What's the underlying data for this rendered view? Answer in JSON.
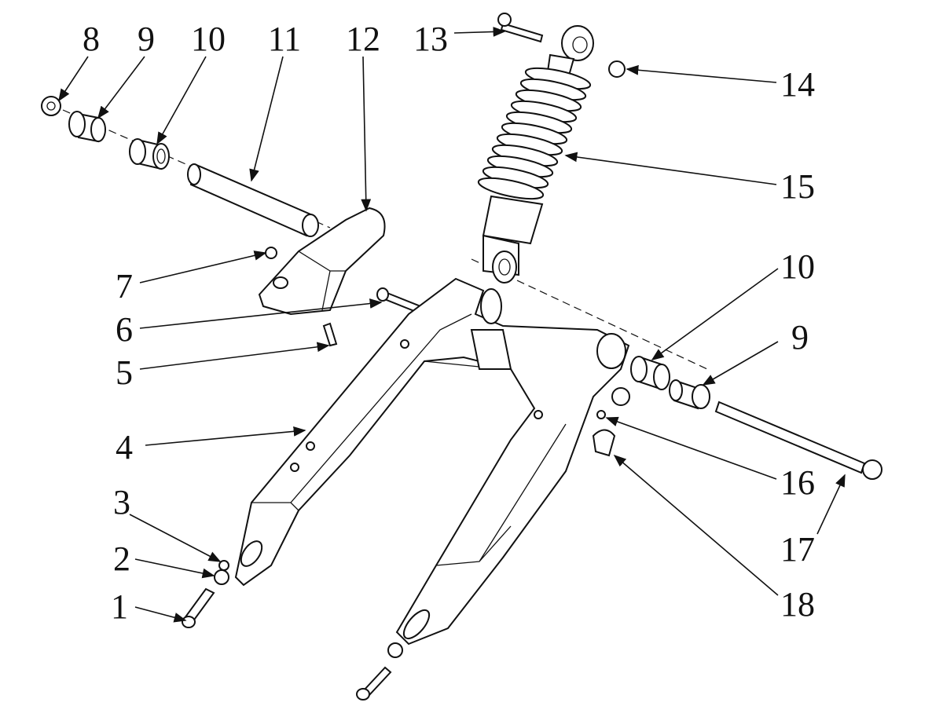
{
  "diagram": {
    "title": "Rear swingarm and shock absorber exploded view",
    "callouts": [
      {
        "id": "c8",
        "number": "8"
      },
      {
        "id": "c9a",
        "number": "9"
      },
      {
        "id": "c10a",
        "number": "10"
      },
      {
        "id": "c11",
        "number": "11"
      },
      {
        "id": "c12",
        "number": "12"
      },
      {
        "id": "c13",
        "number": "13"
      },
      {
        "id": "c14",
        "number": "14"
      },
      {
        "id": "c15",
        "number": "15"
      },
      {
        "id": "c10b",
        "number": "10"
      },
      {
        "id": "c9b",
        "number": "9"
      },
      {
        "id": "c16",
        "number": "16"
      },
      {
        "id": "c17",
        "number": "17"
      },
      {
        "id": "c18",
        "number": "18"
      },
      {
        "id": "c7",
        "number": "7"
      },
      {
        "id": "c6",
        "number": "6"
      },
      {
        "id": "c5",
        "number": "5"
      },
      {
        "id": "c4",
        "number": "4"
      },
      {
        "id": "c3",
        "number": "3"
      },
      {
        "id": "c2",
        "number": "2"
      },
      {
        "id": "c1",
        "number": "1"
      }
    ]
  }
}
